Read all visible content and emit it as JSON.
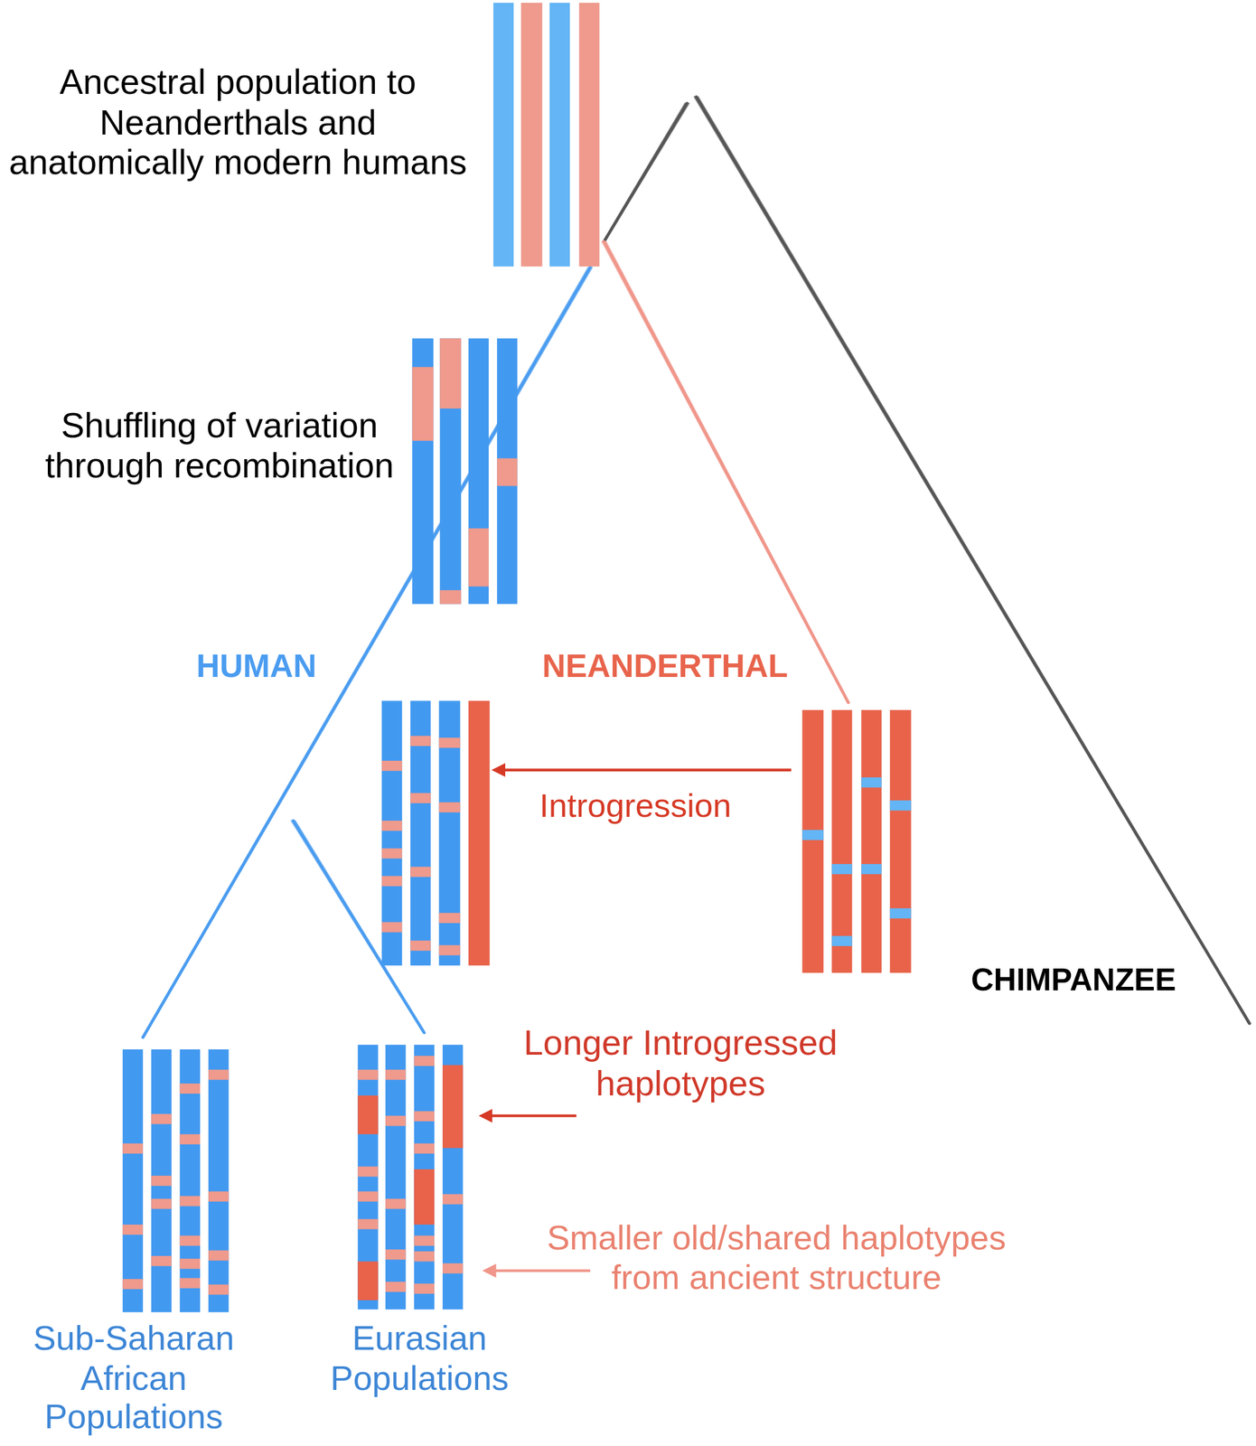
{
  "diagram": {
    "labels": [
      "Ancestral population to Neanderthals and anatomically modern humans",
      "Shuffling of variation through recombination",
      "HUMAN",
      "NEANDERTHAL",
      "Introgression",
      "CHIMPANZEE",
      "Longer Introgressed haplotypes",
      "Smaller old/shared haplotypes from ancient structure",
      "Sub-Saharan African Populations",
      "Eurasian Populations"
    ]
  }
}
